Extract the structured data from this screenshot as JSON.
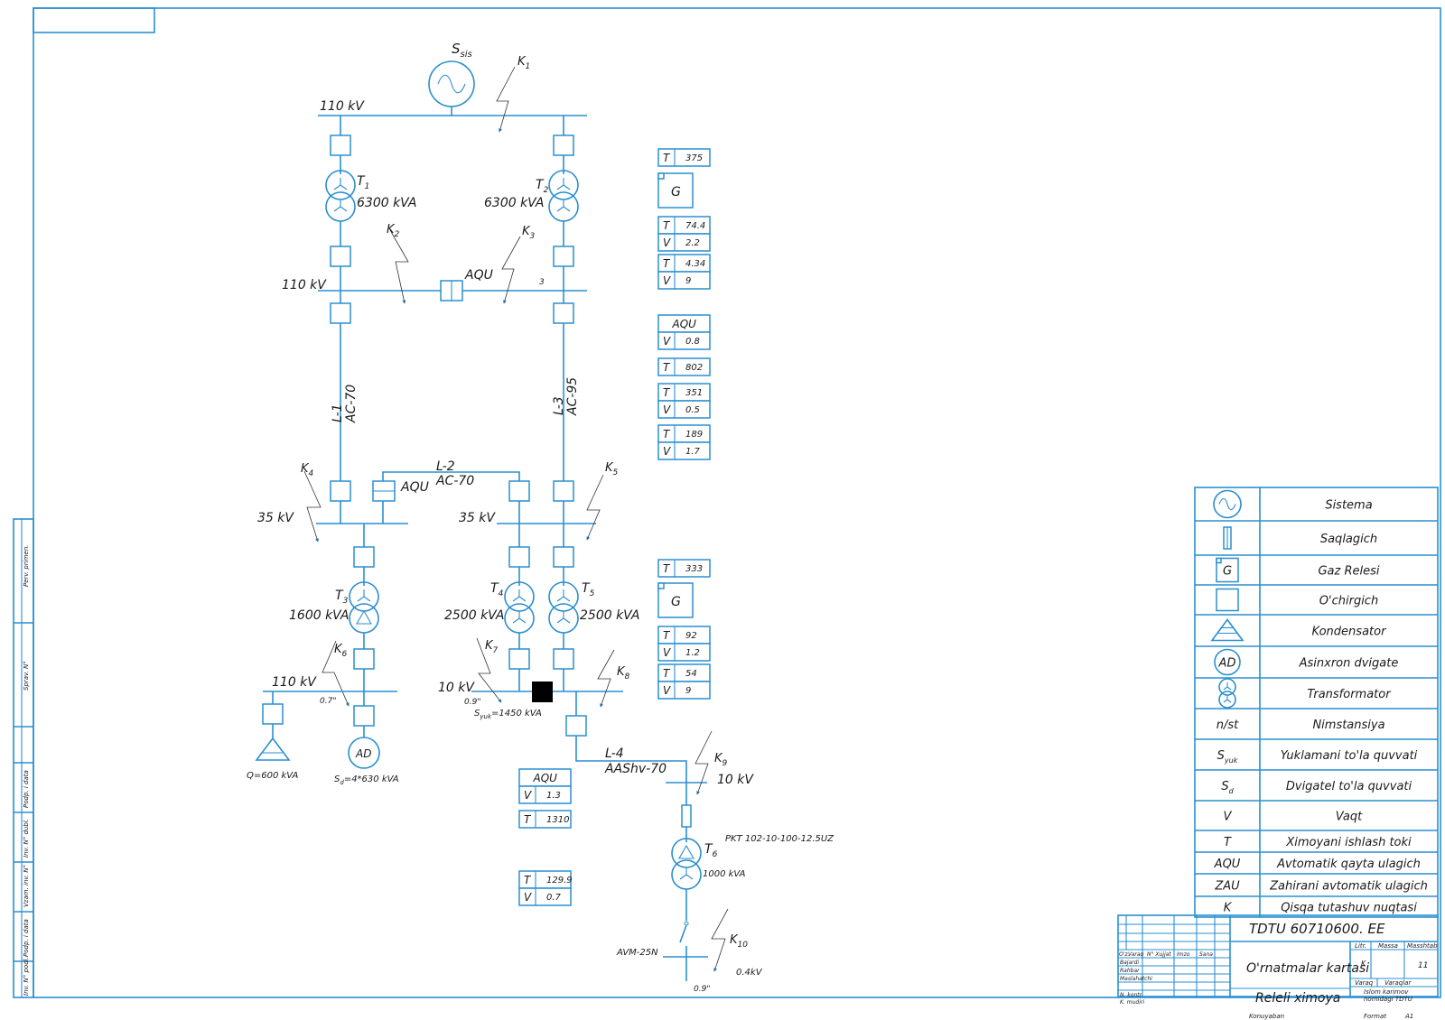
{
  "colors": {
    "line": "#2a8fd0",
    "text": "#1a1a1a",
    "fault_arrow": "#1a6fb0",
    "node": "#000000"
  },
  "source": {
    "label": "S",
    "sub": "sis"
  },
  "buses": {
    "top_110": "110 kV",
    "mid_110": "110 kV",
    "left_35": "35 kV",
    "right_35": "35 kV",
    "left_110": "110 kV",
    "right_10": "10 kV",
    "t6_10": "10 kV",
    "low_04": "0.4kV"
  },
  "faults": [
    {
      "label": "K",
      "sub": "1"
    },
    {
      "label": "K",
      "sub": "2"
    },
    {
      "label": "K",
      "sub": "3"
    },
    {
      "label": "K",
      "sub": "4"
    },
    {
      "label": "K",
      "sub": "5"
    },
    {
      "label": "K",
      "sub": "6"
    },
    {
      "label": "K",
      "sub": "7"
    },
    {
      "label": "K",
      "sub": "8"
    },
    {
      "label": "K",
      "sub": "9"
    },
    {
      "label": "K",
      "sub": "10"
    }
  ],
  "transformers": [
    {
      "label": "T",
      "sub": "1",
      "rating": "6300 kVA"
    },
    {
      "label": "T",
      "sub": "2",
      "rating": "6300 kVA"
    },
    {
      "label": "T",
      "sub": "3",
      "rating": "1600 kVA"
    },
    {
      "label": "T",
      "sub": "4",
      "rating": "2500 kVA"
    },
    {
      "label": "T",
      "sub": "5",
      "rating": "2500 kVA"
    },
    {
      "label": "T",
      "sub": "6",
      "rating": "1000 kVA"
    }
  ],
  "lines": {
    "l1": "L-1",
    "l1_wire": "AC-70",
    "l2": "L-2",
    "l2_wire": "AC-70",
    "l3": "L-3",
    "l3_wire": "AC-95",
    "l4": "L-4",
    "l4_wire": "AAShv-70"
  },
  "misc": {
    "aqu_top": "AQU",
    "aqu_mid": "AQU",
    "digit_3": "3",
    "pf_left": "0.7\"",
    "pf_right": "0.9\"",
    "pf_low": "0.9\"",
    "condenser": "Q=600 kVA",
    "motor": "AD",
    "motor_power": "S",
    "motor_power_sub": "d",
    "motor_power_val": "=4*630 kVA",
    "load": "S",
    "load_sub": "yuk",
    "load_val": "=1450 kVA",
    "fuse": "PKT 102-10-100-12.5UZ",
    "breaker": "AVM-25N"
  },
  "settings_right": [
    {
      "rows": [
        [
          "T",
          "375"
        ]
      ]
    },
    {
      "gas": "G"
    },
    {
      "rows": [
        [
          "T",
          "74.4"
        ],
        [
          "V",
          "2.2"
        ]
      ]
    },
    {
      "rows": [
        [
          "T",
          "4.34"
        ],
        [
          "V",
          "9"
        ]
      ]
    },
    {
      "header": "AQU",
      "rows": [
        [
          "V",
          "0.8"
        ]
      ]
    },
    {
      "rows": [
        [
          "T",
          "802"
        ]
      ]
    },
    {
      "rows": [
        [
          "T",
          "351"
        ],
        [
          "V",
          "0.5"
        ]
      ]
    },
    {
      "rows": [
        [
          "T",
          "189"
        ],
        [
          "V",
          "1.7"
        ]
      ]
    },
    {
      "rows": [
        [
          "T",
          "333"
        ]
      ]
    },
    {
      "gas": "G"
    },
    {
      "rows": [
        [
          "T",
          "92"
        ],
        [
          "V",
          "1.2"
        ]
      ]
    },
    {
      "rows": [
        [
          "T",
          "54"
        ],
        [
          "V",
          "9"
        ]
      ]
    }
  ],
  "settings_low": [
    {
      "header": "AQU",
      "rows": [
        [
          "V",
          "1.3"
        ]
      ]
    },
    {
      "rows": [
        [
          "T",
          "1310"
        ]
      ]
    },
    {
      "rows": [
        [
          "T",
          "129.9"
        ],
        [
          "V",
          "0.7"
        ]
      ]
    }
  ],
  "legend": [
    {
      "text": "Sistema",
      "sym": ""
    },
    {
      "text": "Saqlagich",
      "sym": ""
    },
    {
      "text": "Gaz Relesi",
      "sym": "G"
    },
    {
      "text": "O'chirgich",
      "sym": ""
    },
    {
      "text": "Kondensator",
      "sym": ""
    },
    {
      "text": "Asinxron dvigate",
      "sym": "AD"
    },
    {
      "text": "Transformator",
      "sym": ""
    },
    {
      "text": "Nimstansiya",
      "sym": "n/st"
    },
    {
      "text": "Yuklamani to'la quvvati",
      "sym": "S",
      "sub": "yuk"
    },
    {
      "text": "Dvigatel to'la quvvati",
      "sym": "S",
      "sub": "d"
    },
    {
      "text": "Vaqt",
      "sym": "V"
    },
    {
      "text": "Ximoyani ishlash toki",
      "sym": "T"
    },
    {
      "text": "Avtomatik qayta ulagich",
      "sym": "AQU"
    },
    {
      "text": "Zahirani avtomatik ulagich",
      "sym": "ZAU"
    },
    {
      "text": "Qisqa tutashuv nuqtasi",
      "sym": "K"
    }
  ],
  "title_block": {
    "code": "TDTU  60710600. EE",
    "title1": "O'rnatmalar kartasi",
    "title2": "Releli ximoya",
    "lit": "Litr.",
    "massa": "Massa",
    "masshtab": "Masshtab",
    "sheet_letter": "K",
    "sheet_count": "11",
    "varaq": "Varaq",
    "varaqlar": "Varaqlar",
    "org1": "Islom karimov",
    "org2": "nomidagi  TDTU",
    "roles": [
      "Bajardi",
      "Rahbar",
      "Maslahatchi",
      "",
      "N. kontr.",
      "K. mudiri"
    ],
    "cols": [
      "O'z.",
      "Varaq",
      "N° Xujjat",
      "Imzo",
      "Sana"
    ],
    "kopiya": "Konuyaban",
    "format": "Format",
    "format_val": "A1"
  },
  "side_stamp": [
    "Perv. primen.",
    "Sprav. N°",
    "Podp. i data",
    "Inv. N° dubl.",
    "Vzam. inv. N°",
    "Podp. i data",
    "Inv. N° podl."
  ]
}
